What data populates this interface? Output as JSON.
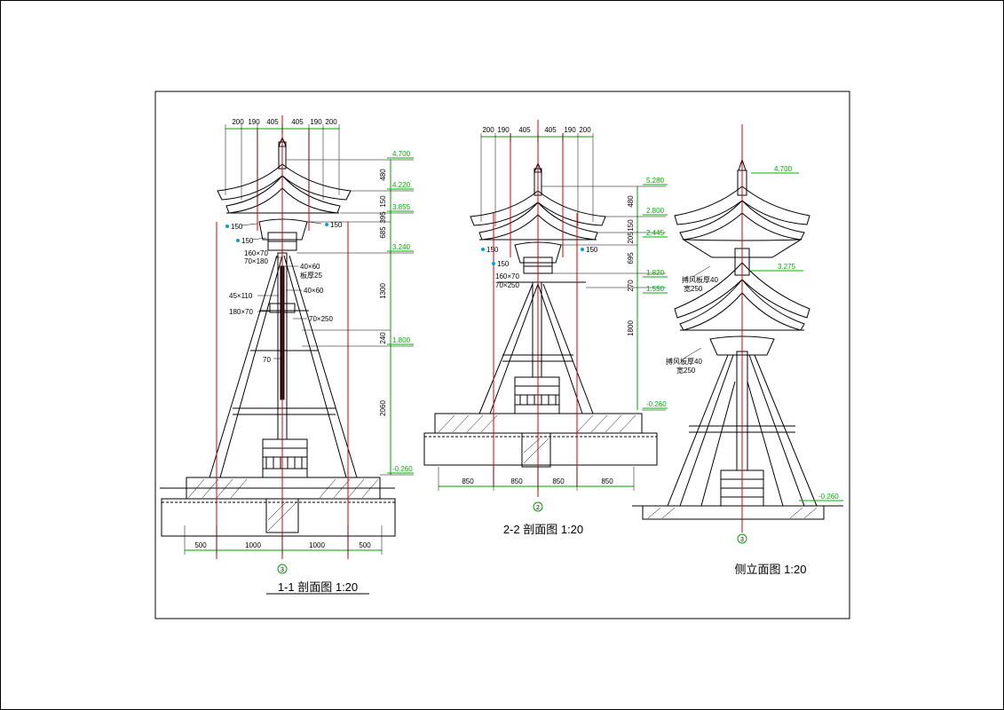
{
  "colors": {
    "outline": "#000000",
    "centerline": "#e00000",
    "level": "#00b000",
    "dimension": "#00a000",
    "marker": "#00a0e0"
  },
  "s1": {
    "title": "1-1 剖面图 1:20",
    "top_dims": [
      "200",
      "190",
      "405",
      "405",
      "190",
      "200"
    ],
    "levels": [
      "4.700",
      "4.220",
      "3.855",
      "3.240",
      "1.800",
      "-0.260"
    ],
    "right_dims": [
      "480",
      "150",
      "395",
      "685",
      "1300",
      "240",
      "2060"
    ],
    "bottom_dims": [
      "500",
      "1000",
      "1000",
      "500"
    ],
    "axis": "3",
    "notes": {
      "n150a": "150",
      "n150b": "150",
      "n150c": "150",
      "n160x70": "160×70",
      "n70x180": "70×180",
      "n40x60a": "40×60",
      "n_board": "板厚25",
      "n40x60b": "40×60",
      "n45x110": "45×110",
      "n180x70": "180×70",
      "n70x250": "70×250",
      "n70": "70"
    }
  },
  "s2": {
    "title": "2-2 剖面图 1:20",
    "top_dims": [
      "200",
      "190",
      "405",
      "405",
      "190",
      "200"
    ],
    "levels": [
      "5.280",
      "2.800",
      "2.445",
      "1.820",
      "1.550",
      "-0.260"
    ],
    "right_dims": [
      "480",
      "150",
      "205",
      "695",
      "270",
      "1800"
    ],
    "bottom_dims": [
      "850",
      "850",
      "850",
      "850"
    ],
    "axis": "2",
    "notes": {
      "n150a": "150",
      "n150b": "150",
      "n150c": "150",
      "n160x70": "160×70",
      "n70x250": "70×250"
    }
  },
  "s3": {
    "title": "侧立面图 1:20",
    "levels": [
      "4.700",
      "3.275",
      "-0.260"
    ],
    "axis": "3",
    "notes": {
      "n1a": "搏风板厚40",
      "n1b": "宽250",
      "n2a": "搏风板厚40",
      "n2b": "宽250"
    }
  }
}
